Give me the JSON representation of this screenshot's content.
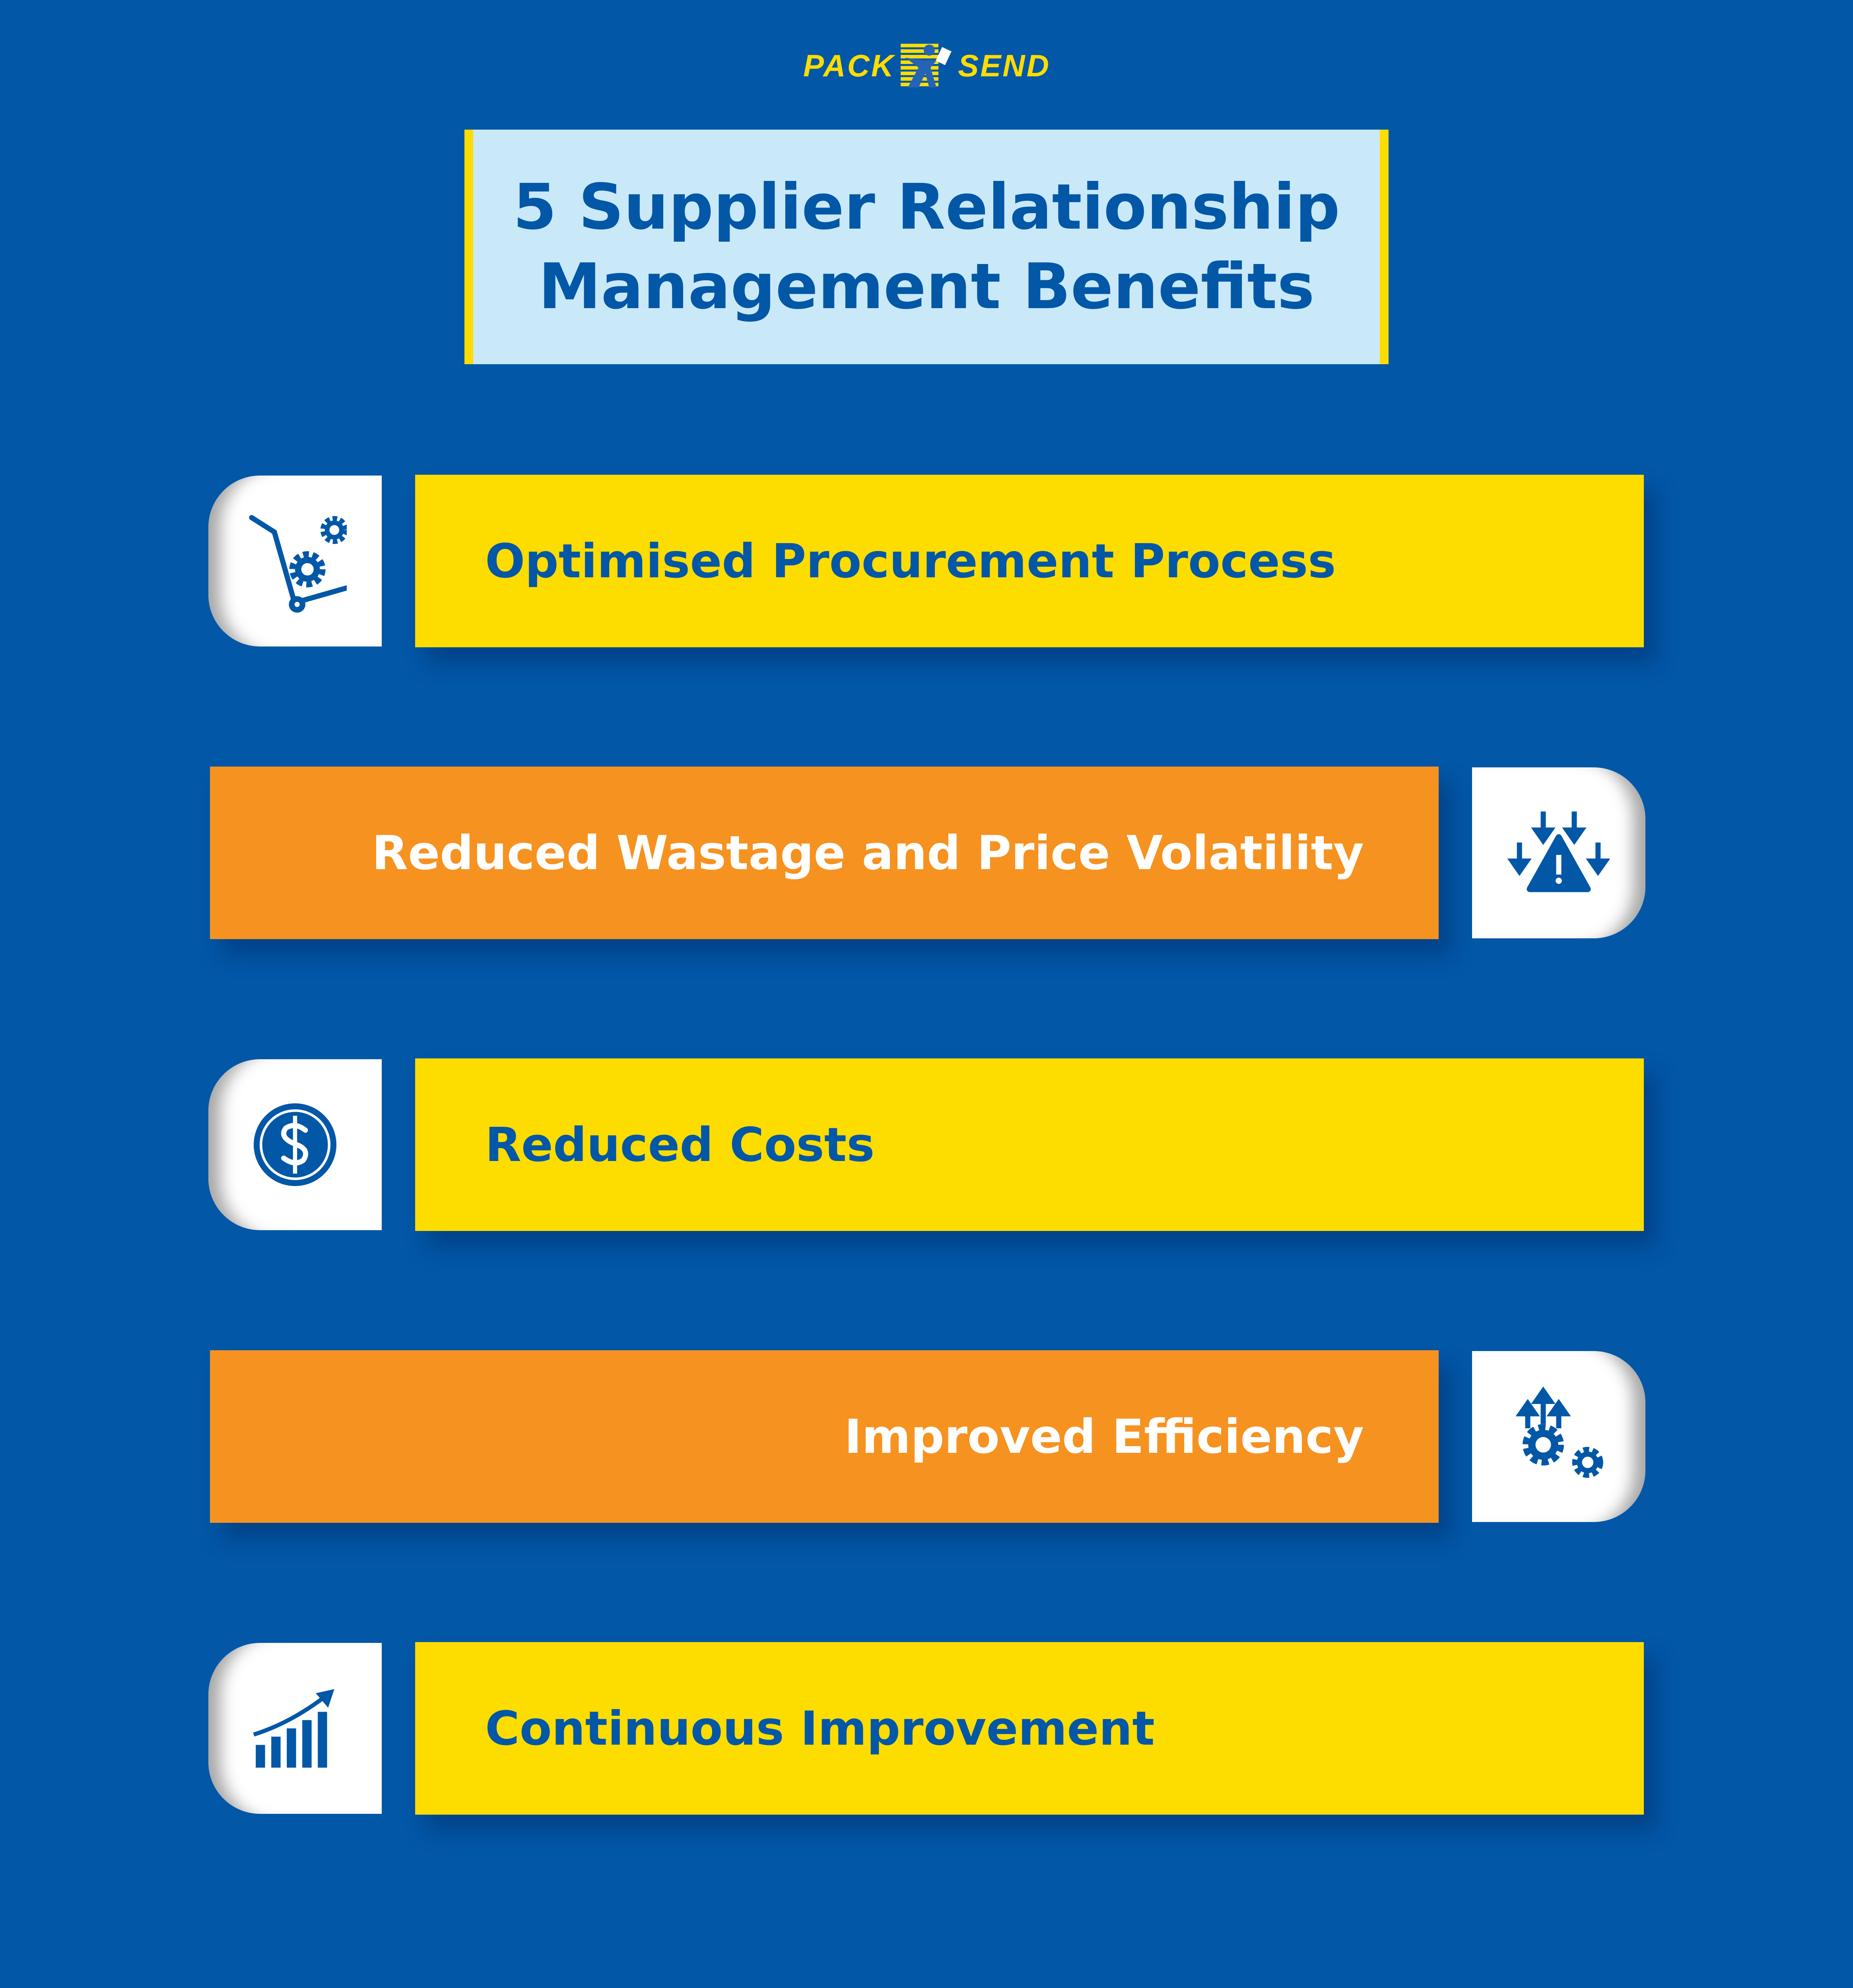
{
  "logo": {
    "left_word": "PACK",
    "right_word": "SEND"
  },
  "title": "5 Supplier Relationship Management Benefits",
  "colors": {
    "background": "#0257a7",
    "title_box": "#c9e8f8",
    "yellow": "#fddc00",
    "orange": "#f69220"
  },
  "benefits": [
    {
      "label": "Optimised Procurement Process",
      "icon": "hand-truck-gears-icon"
    },
    {
      "label": "Reduced Wastage and Price Volatility",
      "icon": "warning-down-arrows-icon"
    },
    {
      "label": "Reduced Costs",
      "icon": "dollar-coin-icon"
    },
    {
      "label": "Improved Efficiency",
      "icon": "gears-up-arrows-icon"
    },
    {
      "label": "Continuous Improvement",
      "icon": "growth-chart-icon"
    }
  ]
}
